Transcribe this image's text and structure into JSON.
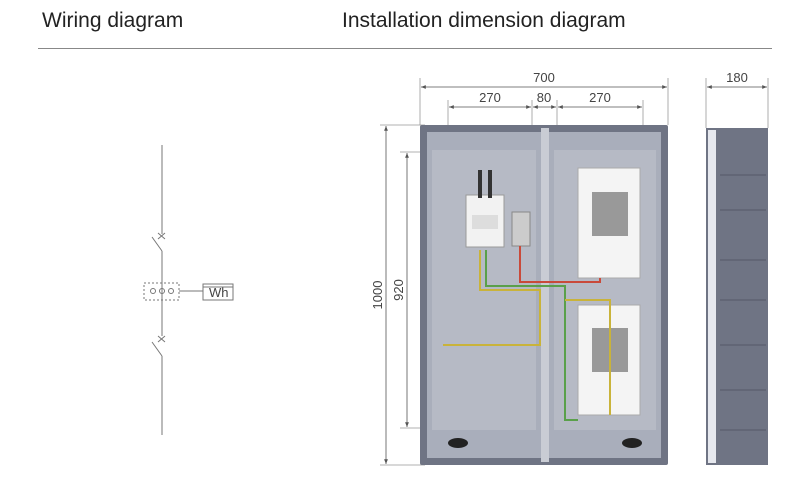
{
  "headings": {
    "wiring": "Wiring diagram",
    "installation": "Installation dimension diagram"
  },
  "wiring": {
    "meter_label": "Wh"
  },
  "dimensions": {
    "total_width": "700",
    "left_section": "270",
    "middle_gap": "80",
    "right_section": "270",
    "depth": "180",
    "total_height": "1000",
    "inner_height": "920"
  }
}
